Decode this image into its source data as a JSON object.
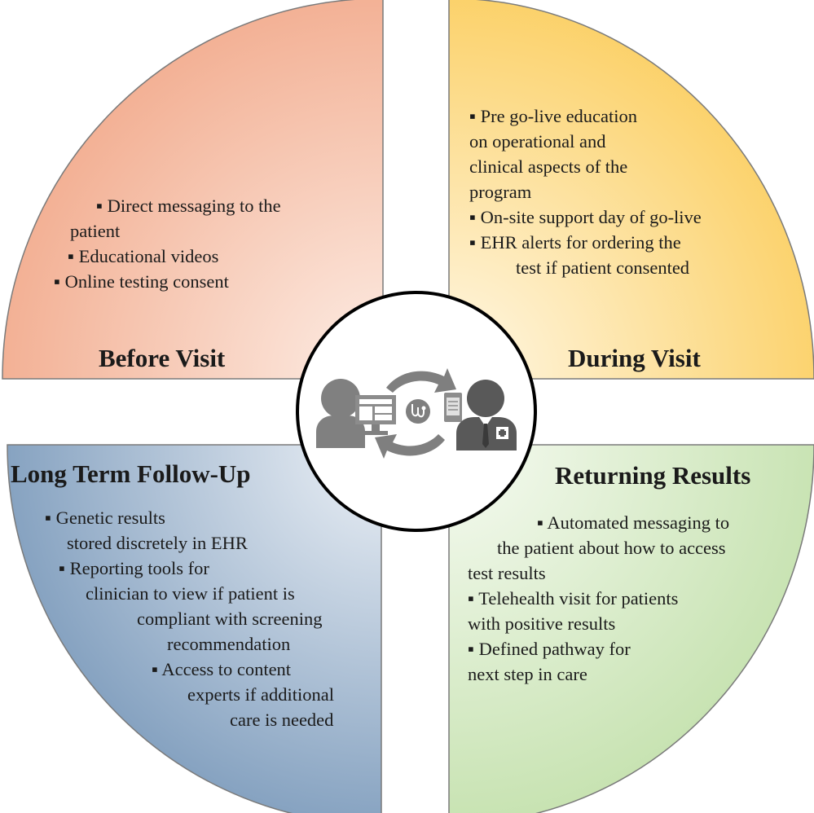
{
  "quadrants": {
    "before": {
      "title": "Before Visit",
      "lines": [
        "▪ Direct messaging to the",
        "patient",
        "▪ Educational videos",
        "▪ Online testing consent"
      ]
    },
    "during": {
      "title": "During Visit",
      "lines": [
        "▪ Pre go-live education",
        "on operational and",
        "clinical  aspects of the",
        "program",
        "▪ On-site support day of go-live",
        "▪ EHR alerts for ordering the",
        "test if patient consented"
      ]
    },
    "longterm": {
      "title": "Long Term Follow-Up",
      "lines": [
        "▪ Genetic results",
        "stored discretely in EHR",
        "▪ Reporting tools for",
        "clinician  to view if patient is",
        "compliant with screening",
        "recommendation",
        "▪ Access to content",
        "experts if additional",
        "care is needed"
      ]
    },
    "returning": {
      "title": "Returning Results",
      "lines": [
        "▪ Automated messaging  to",
        "the patient about how to access",
        "test results",
        "▪ Telehealth visit for patients",
        "with positive results",
        "▪ Defined pathway for",
        "next step in care"
      ]
    }
  },
  "colors": {
    "before": "#f4b49a",
    "during": "#fbd46e",
    "longterm": "#8aa6c4",
    "returning": "#c9e4b4",
    "outline": "#595959",
    "center_icon": "#808080"
  },
  "center_icon": {
    "patient": "patient-person-icon",
    "monitor": "computer-monitor-icon",
    "stethoscope": "stethoscope-icon",
    "tablet": "tablet-icon",
    "doctor": "doctor-person-icon",
    "arrows": "exchange-arrows-icon"
  }
}
